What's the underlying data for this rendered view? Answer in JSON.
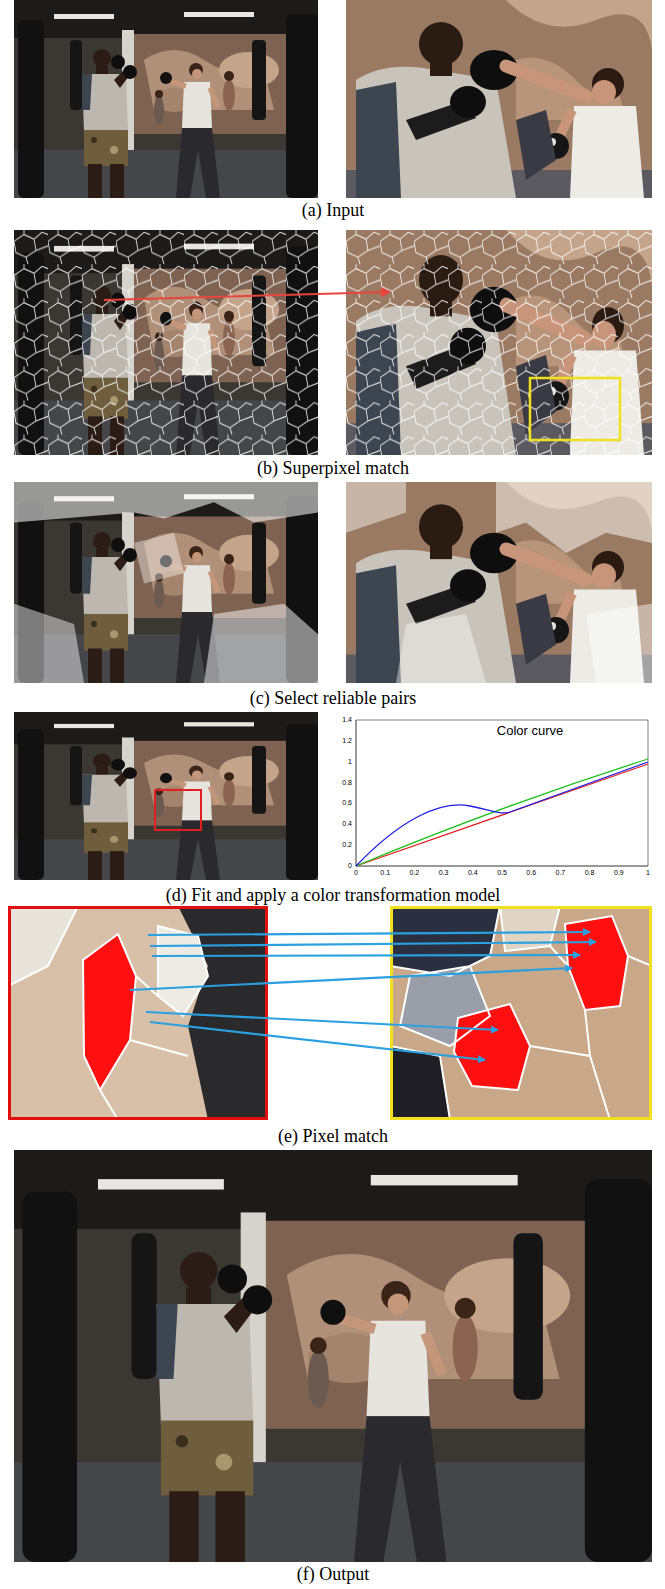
{
  "diagram": {
    "labels": [
      "(a) Input",
      "(b) Superpixel match",
      "(c) Select reliable pairs",
      "Color curve",
      "1.4",
      "1.2",
      "1",
      "0.8",
      "0.6",
      "0.4",
      "0.2",
      "0",
      "0",
      "0.1",
      "0.2",
      "0.3",
      "0.4",
      "0.5",
      "0.6",
      "0.7",
      "0.8",
      "0.9",
      "1",
      "(d) Fit and apply a color transformation model",
      "(e) Pixel match",
      "(f) Output"
    ]
  }
}
